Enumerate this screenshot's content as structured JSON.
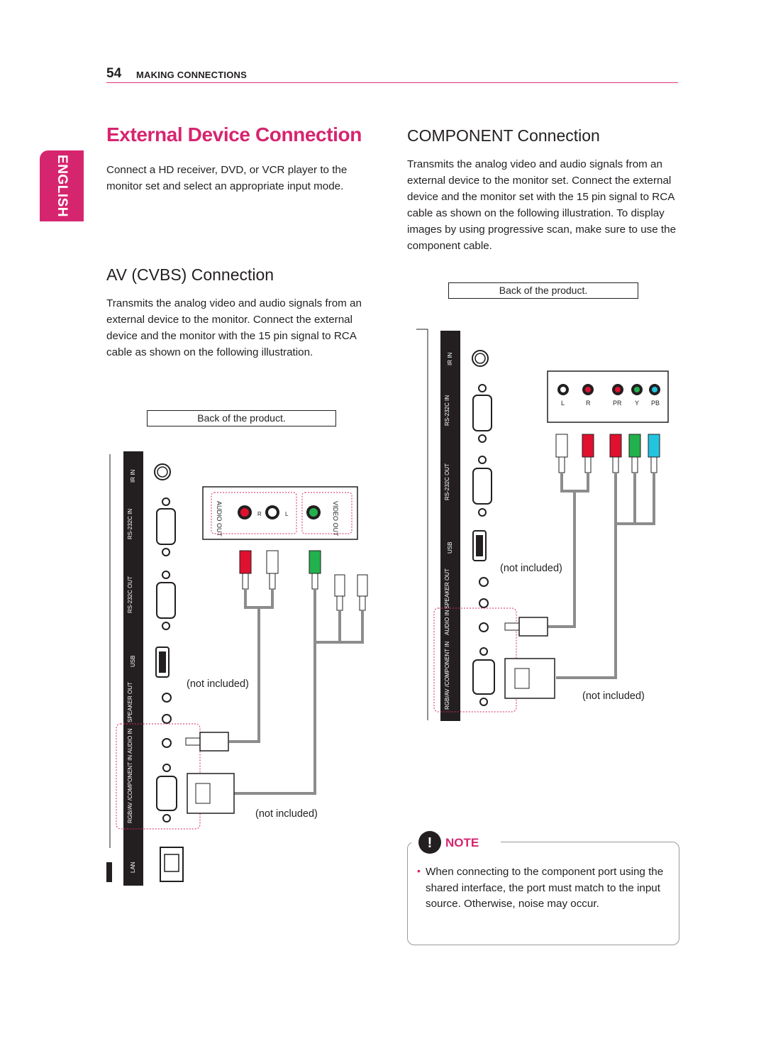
{
  "header": {
    "page_number": "54",
    "section": "MAKING CONNECTIONS"
  },
  "sidebar": {
    "language_tab": "ENGLISH"
  },
  "left": {
    "title": "External Device Connection",
    "intro": "Connect a HD receiver, DVD, or VCR player to the monitor set and select an appropriate input mode.",
    "av_heading": "AV (CVBS) Connection",
    "av_body": "Transmits the analog video and audio signals from an external device to the monitor. Connect the external device and the monitor with the 15 pin signal to RCA cable as shown on the following illustration.",
    "caption": "Back of the product.",
    "panel_labels": [
      "IR IN",
      "RS-232C IN",
      "RS-232C OUT",
      "USB",
      "SPEAKER OUT",
      "AUDIO IN",
      "RGB/AV /COMPONENT IN",
      "LAN"
    ],
    "jack_labels": [
      "AUDIO OUT",
      "R",
      "L",
      "VIDEO OUT"
    ],
    "not_included_1": "(not included)",
    "not_included_2": "(not included)"
  },
  "right": {
    "heading": "COMPONENT Connection",
    "body": "Transmits the analog video and audio signals from an external device to the monitor set. Connect the external device and the monitor set with the 15 pin signal to RCA cable as shown on the following illustration. To display images by using progressive scan, make sure to use the component cable.",
    "caption": "Back of the product.",
    "panel_labels": [
      "IR IN",
      "RS-232C IN",
      "RS-232C OUT",
      "USB",
      "SPEAKER OUT",
      "AUDIO IN",
      "RGB/AV /COMPONENT IN"
    ],
    "jack_labels": [
      "L",
      "R",
      "PR",
      "Y",
      "PB"
    ],
    "not_included_1": "(not included)",
    "not_included_2": "(not included)"
  },
  "note": {
    "label": "NOTE",
    "text": "When connecting to the component port using the shared interface, the port must match to the input source. Otherwise, noise may occur."
  },
  "colors": {
    "accent": "#d6256f",
    "red_plug": "#e0102f",
    "green_plug": "#22b14c",
    "cyan_plug": "#22c4e0"
  }
}
